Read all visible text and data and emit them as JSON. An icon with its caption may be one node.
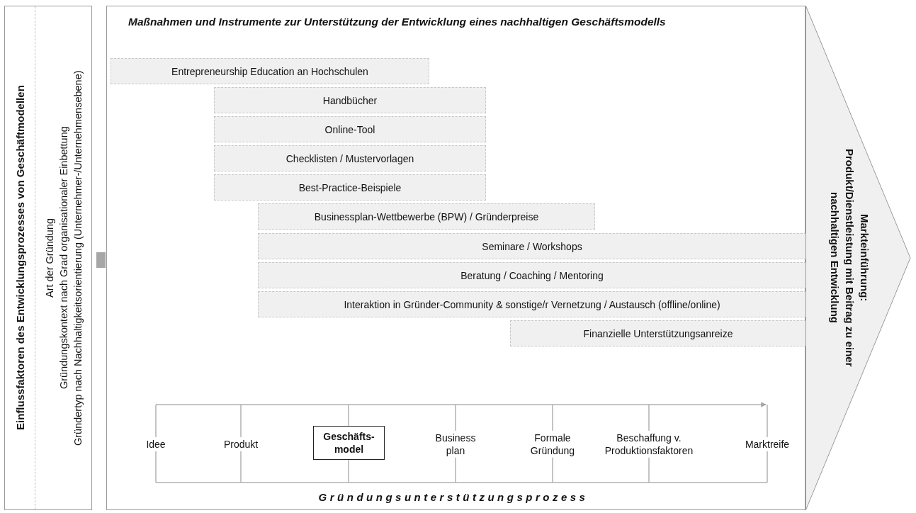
{
  "diagram": {
    "nodes": [
      {
        "text": [
          "Einflussfaktoren des Entwicklungsprozesses von Geschäftmodellen"
        ]
      },
      {
        "text": [
          "Art der Gründung",
          "Gründungskontext nach Grad organisationaler Einbettung",
          "Gründertyp nach Nachhaltigkeitsorientierung (Unternehmer-/Unternehmensebene)"
        ],
        "in": 0
      },
      {
        "text": [
          "Maßnahmen und Instrumente zur Unterstützung der Entwicklung eines nachhaltigen Geschäftsmodells"
        ]
      },
      {
        "text": [
          "Entrepreneurship Education an Hochschulen"
        ],
        "in": 2
      },
      {
        "text": [
          "Handbücher"
        ],
        "in": 2
      },
      {
        "text": [
          "Online-Tool"
        ],
        "in": 2
      },
      {
        "text": [
          "Checklisten / Mustervorlagen"
        ],
        "in": 2
      },
      {
        "text": [
          "Best-Practice-Beispiele"
        ],
        "in": 2
      },
      {
        "text": [
          "Businessplan-Wettbewerbe (BPW) / Gründerpreise"
        ],
        "in": 2
      },
      {
        "text": [
          "Seminare / Workshops"
        ],
        "in": 2
      },
      {
        "text": [
          "Beratung / Coaching / Mentoring"
        ],
        "in": 2
      },
      {
        "text": [
          "Interaktion in Gründer-Community & sonstige/r Vernetzung / Austausch (offline/online)"
        ],
        "in": 2
      },
      {
        "text": [
          "Finanzielle Unterstützungsanreize"
        ],
        "in": 2
      },
      {
        "text": [
          "Geschäfts- model"
        ],
        "in": 2
      },
      {
        "text": [
          "Markteinführung:",
          "Produkt/Dienstleistung mit Beitrag zu einer nachhaltigen Entwicklung"
        ]
      }
    ],
    "edges": [
      {
        "from": 0,
        "to": 2,
        "arrow": "none"
      }
    ],
    "labels": [
      "Idee",
      "Produkt",
      "Business plan",
      "Formale Gründung",
      "Beschaffung v. Produktionsfaktoren",
      "Marktreife",
      "Gründungsunterstützungsprozess"
    ]
  }
}
